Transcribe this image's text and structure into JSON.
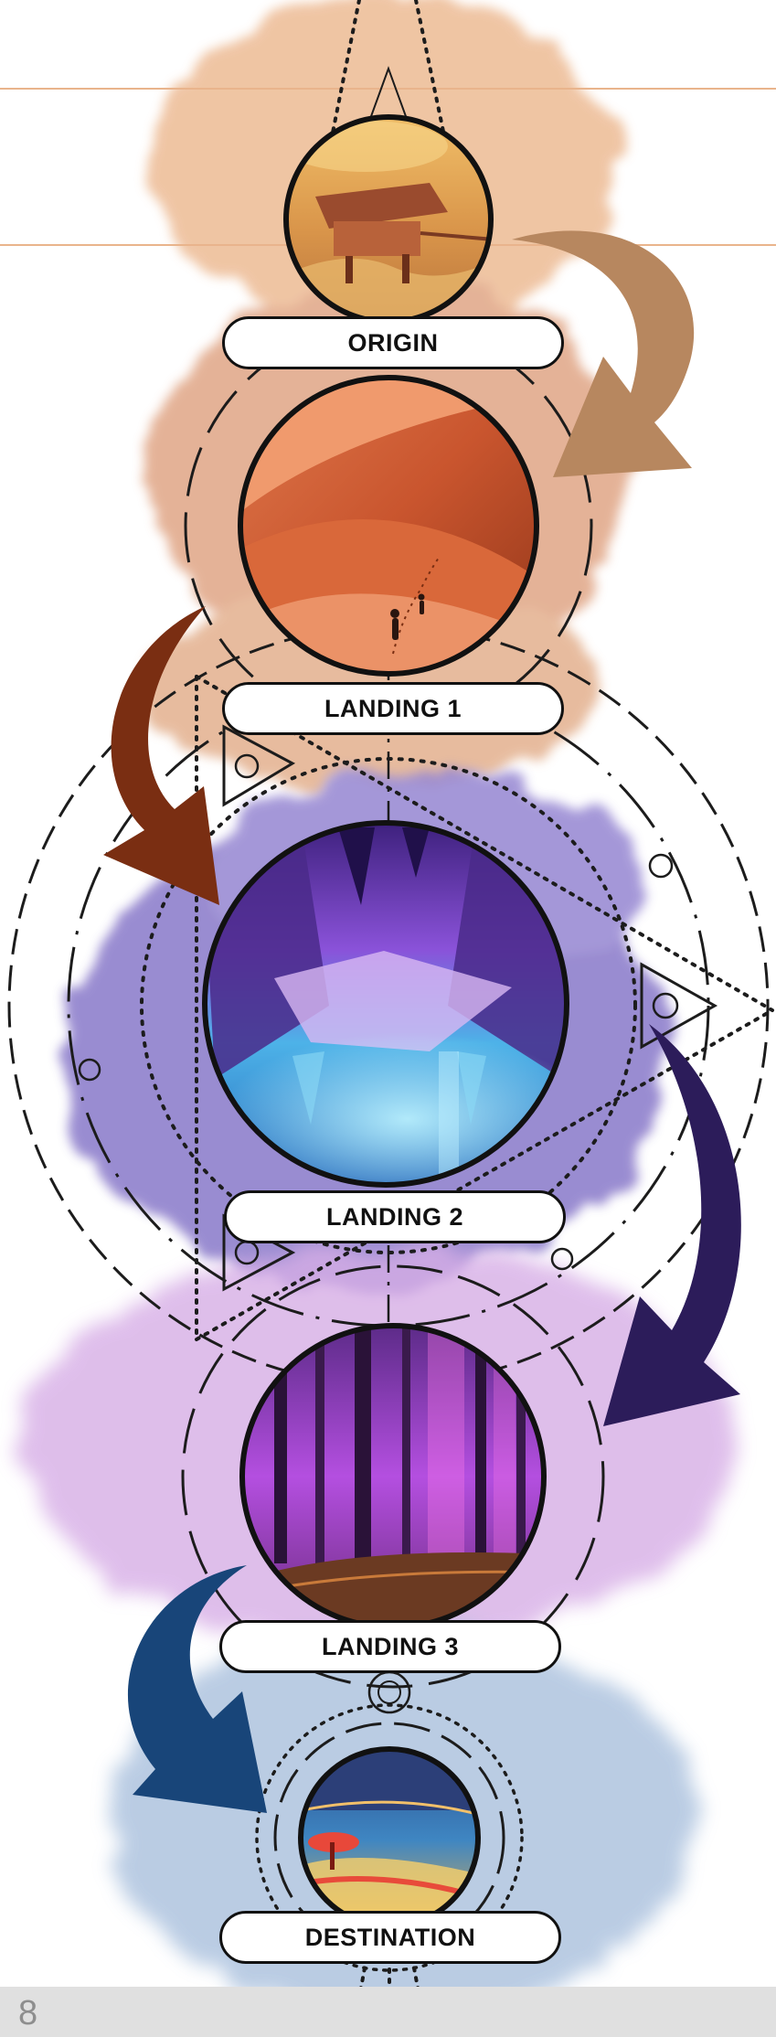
{
  "journey": {
    "stops": [
      {
        "label": "ORIGIN",
        "scene": "desert-outpost",
        "palette": [
          "#e8a74f",
          "#9a4b2e"
        ]
      },
      {
        "label": "LANDING 1",
        "scene": "red-dunes",
        "palette": [
          "#d9784a",
          "#8e3418"
        ]
      },
      {
        "label": "LANDING 2",
        "scene": "crystal-cave",
        "palette": [
          "#7b4cd8",
          "#32b9e6"
        ]
      },
      {
        "label": "LANDING 3",
        "scene": "violet-forest",
        "palette": [
          "#a93fd6",
          "#3b1b4d"
        ]
      },
      {
        "label": "DESTINATION",
        "scene": "coastal-storm",
        "palette": [
          "#2a5ea8",
          "#f18a3a"
        ]
      }
    ],
    "arrows": [
      {
        "name": "arrow-origin-to-landing-1",
        "color": "#b7875f"
      },
      {
        "name": "arrow-landing-1-to-landing-2",
        "color": "#7a2e12"
      },
      {
        "name": "arrow-landing-2-to-landing-3",
        "color": "#2c1c5a"
      },
      {
        "name": "arrow-landing-3-to-destination",
        "color": "#184579"
      }
    ],
    "background_washes": [
      "#edbb94",
      "#e0a585",
      "#8878c9",
      "#d7aee6",
      "#a9c0dd"
    ]
  },
  "footer": {
    "page_number": "8"
  }
}
